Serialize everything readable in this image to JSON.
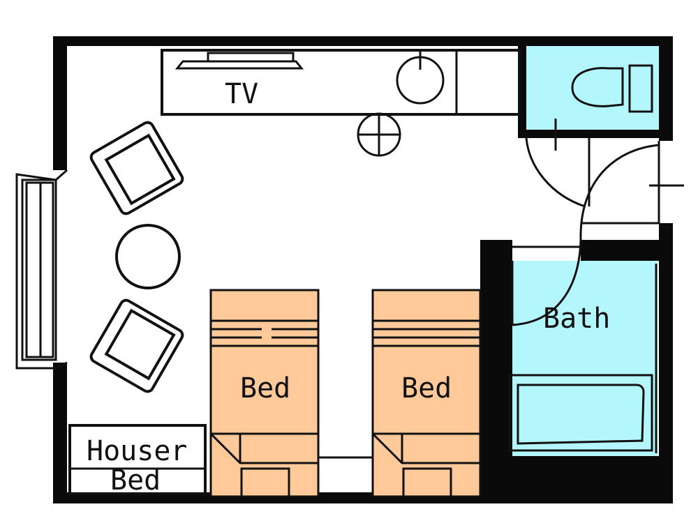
{
  "floor_plan": {
    "colors": {
      "wall": "#0a0a0a",
      "bed": "#ffc999",
      "wet_area": "#b3f6fb",
      "floor": "#ffffff"
    },
    "labels": {
      "tv": "TV",
      "bed_left": "Bed",
      "bed_right": "Bed",
      "bath": "Bath",
      "extra_bed_line1": "Houser",
      "extra_bed_line2": "Bed"
    }
  }
}
